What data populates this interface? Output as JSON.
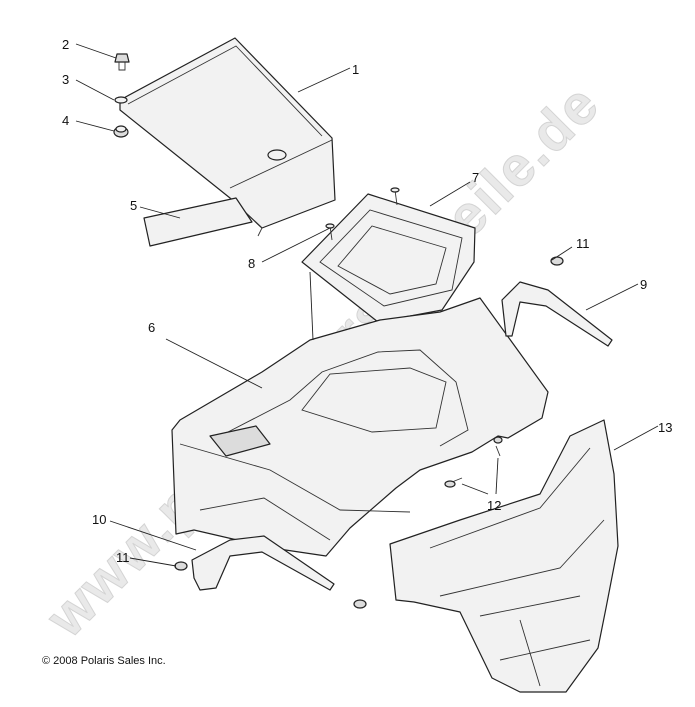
{
  "watermark": {
    "text": "www.polaris-ersatzteile.de"
  },
  "callouts": [
    "1",
    "2",
    "3",
    "4",
    "5",
    "6",
    "7",
    "8",
    "9",
    "10",
    "11",
    "11",
    "12",
    "13"
  ],
  "copyright": "© 2008 Polaris Sales Inc."
}
